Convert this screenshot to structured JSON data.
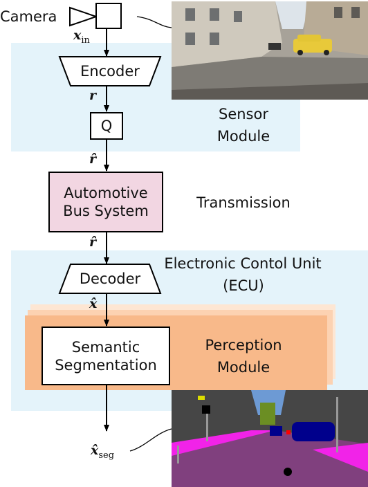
{
  "camera": {
    "label": "Camera",
    "input_symbol": "x",
    "input_subscript": "in",
    "icon": "camera-icon"
  },
  "sensor_module": {
    "label_line1": "Sensor",
    "label_line2": "Module"
  },
  "encoder": {
    "label": "Encoder"
  },
  "r_symbol": "r",
  "quantizer": {
    "label": "Q"
  },
  "rhat_symbol": "r̂",
  "bus": {
    "label_line1": "Automotive",
    "label_line2": "Bus System"
  },
  "transmission": {
    "label": "Transmission"
  },
  "ecu": {
    "label_line1": "Electronic Contol Unit",
    "label_line2": "(ECU)"
  },
  "decoder": {
    "label": "Decoder"
  },
  "xhat_symbol": "x̂",
  "segmentation": {
    "label_line1": "Semantic",
    "label_line2": "Segmentation"
  },
  "perception": {
    "label_line1": "Perception",
    "label_line2": "Module"
  },
  "output": {
    "symbol": "x̂",
    "subscript": "seg"
  },
  "colors": {
    "module_bg": "#e4f3fa",
    "bus_fill": "#f2d6e2",
    "perception_fill": "#f8b98a",
    "perception_shadow": "#fad8bd"
  }
}
